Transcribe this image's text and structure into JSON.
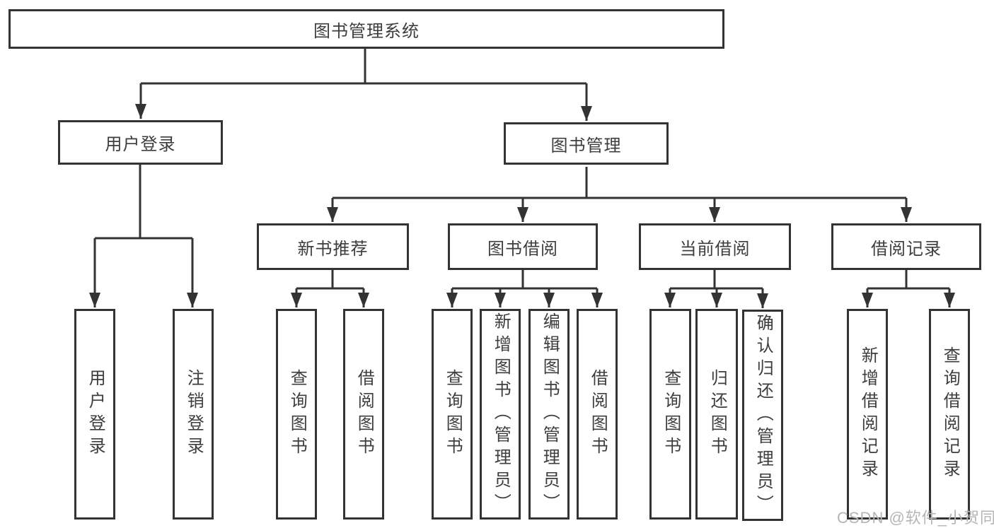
{
  "colors": {
    "line": "#333333",
    "text": "#3d3d3d",
    "background": "#ffffff",
    "watermark": "#b5b5b5"
  },
  "diagram": {
    "type": "hierarchy-tree",
    "root": {
      "label": "图书管理系统"
    },
    "branches": [
      {
        "label": "用户登录",
        "children": [
          {
            "label": "用户登录"
          },
          {
            "label": "注销登录"
          }
        ]
      },
      {
        "label": "图书管理",
        "children": [
          {
            "label": "新书推荐",
            "children": [
              {
                "label": "查询图书"
              },
              {
                "label": "借阅图书"
              }
            ]
          },
          {
            "label": "图书借阅",
            "children": [
              {
                "label": "查询图书"
              },
              {
                "label": "新增图书（管理员）"
              },
              {
                "label": "编辑图书（管理员）"
              },
              {
                "label": "借阅图书"
              }
            ]
          },
          {
            "label": "当前借阅",
            "children": [
              {
                "label": "查询图书"
              },
              {
                "label": "归还图书"
              },
              {
                "label": "确认归还（管理员）"
              }
            ]
          },
          {
            "label": "借阅记录",
            "children": [
              {
                "label": "新增借阅记录"
              },
              {
                "label": "查询借阅记录"
              }
            ]
          }
        ]
      }
    ]
  },
  "watermark": {
    "text": "CSDN @软件_小贺同学"
  }
}
